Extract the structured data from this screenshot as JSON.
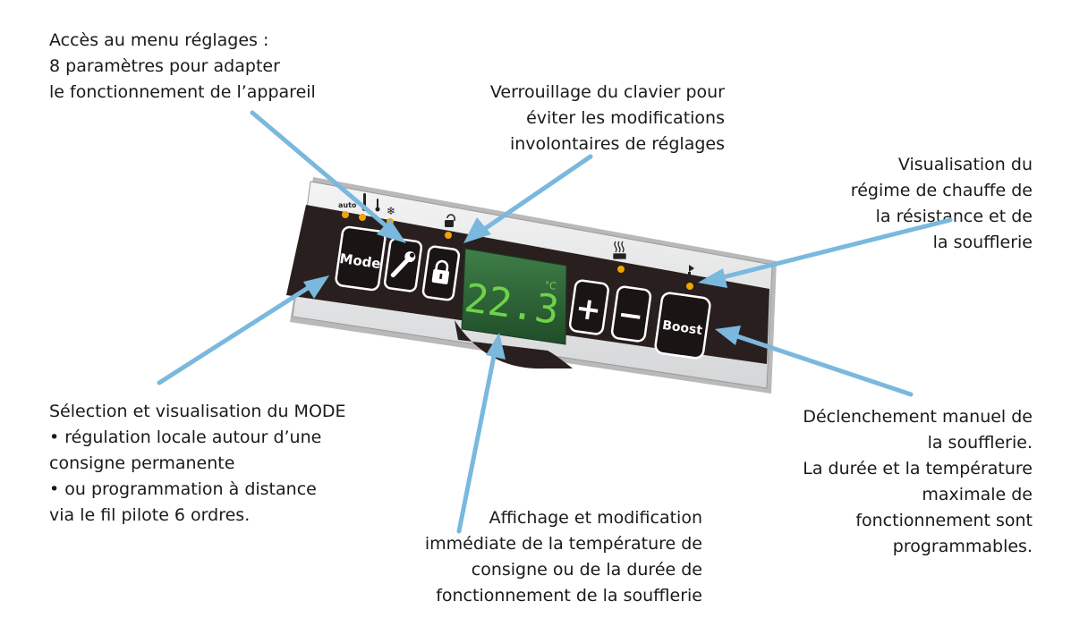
{
  "callouts": {
    "menu": "Accès au menu réglages :\n8 paramètres pour adapter\nle fonctionnement de l’appareil",
    "lock": "Verrouillage du clavier pour\néviter les modifications\ninvolontaires de réglages",
    "heating": "Visualisation du\nrégime de chauffe de\nla résistance et de\nla soufflerie",
    "mode": "Sélection et visualisation du MODE\n• régulation locale autour d’une\nconsigne permanente\n• ou programmation à distance\nvia le fil pilote 6 ordres.",
    "boost": "Déclenchement manuel de\nla soufflerie.\nLa durée et la température\nmaximale de\nfonctionnement sont\nprogrammables.",
    "display": "Affichage et modification\nimmédiate de la température de\nconsigne ou de la durée de\nfonctionnement de la soufflerie"
  },
  "panel": {
    "mode_label": "Mode",
    "boost_label": "Boost",
    "plus_label": "+",
    "minus_label": "−",
    "auto_label": "auto",
    "temperature": "22.3",
    "unit": "°C"
  },
  "icons": [
    "thermometer-icon",
    "snowflake-icon",
    "wrench-icon",
    "padlock-icon",
    "heater-icon",
    "fan-icon"
  ],
  "colors": {
    "arrow": "#7ab8de",
    "panel_band": "#2a1f1f",
    "indicator_led": "#f0a500",
    "lcd_background": "#2f6b3a",
    "lcd_digits": "#6fd24a"
  }
}
